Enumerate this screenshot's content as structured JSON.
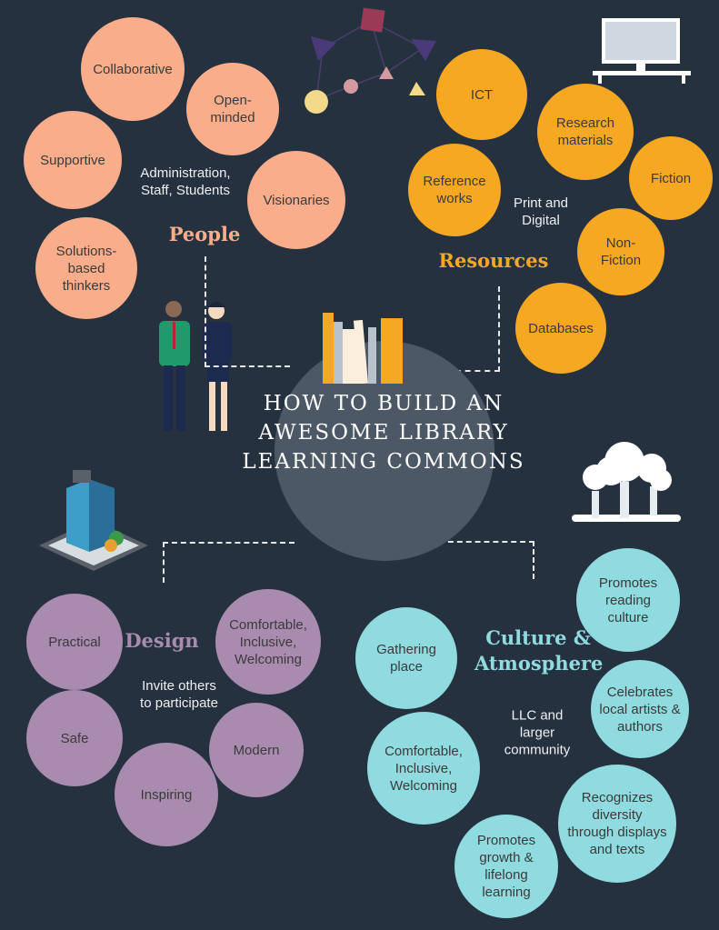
{
  "title": "HOW TO BUILD AN AWESOME LIBRARY LEARNING COMMONS",
  "people": {
    "heading": "People",
    "subtitle": "Administration, Staff, Students",
    "items": [
      "Collaborative",
      "Open-minded",
      "Supportive",
      "Visionaries",
      "Solutions-based thinkers"
    ]
  },
  "resources": {
    "heading": "Resources",
    "subtitle": "Print and Digital",
    "items": [
      "ICT",
      "Research materials",
      "Reference works",
      "Fiction",
      "Non-Fiction",
      "Databases"
    ]
  },
  "design": {
    "heading": "Design",
    "subtitle": "Invite others to participate",
    "items": [
      "Practical",
      "Comfortable, Inclusive, Welcoming",
      "Safe",
      "Modern",
      "Inspiring"
    ]
  },
  "culture": {
    "heading": "Culture & Atmosphere",
    "subtitle": "LLC and larger community",
    "items": [
      "Promotes reading culture",
      "Gathering place",
      "Celebrates local artists & authors",
      "Comfortable, Inclusive, Welcoming",
      "Recognizes diversity through displays and texts",
      "Promotes growth & lifelong learning"
    ]
  },
  "colors": {
    "background": "#25313f",
    "people": "#f9ad8b",
    "resources": "#f7a823",
    "design": "#a98bb0",
    "culture": "#8fdbe0"
  }
}
